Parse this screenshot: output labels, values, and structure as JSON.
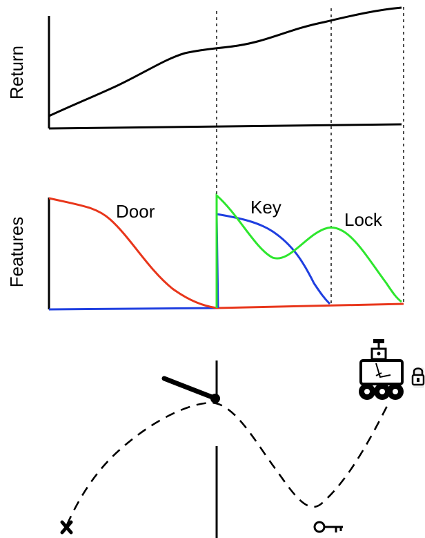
{
  "top_panel": {
    "ylabel": "Return"
  },
  "middle_panel": {
    "ylabel": "Features",
    "feature_labels": {
      "door": "Door",
      "key": "Key",
      "lock": "Lock"
    }
  },
  "colors": {
    "door": "#e8361b",
    "key": "#1f3fe0",
    "lock": "#2ee62e",
    "axis": "#000000"
  },
  "icons": [
    "door-icon",
    "key-icon",
    "robot-icon",
    "lock-icon",
    "start-cross-icon"
  ]
}
